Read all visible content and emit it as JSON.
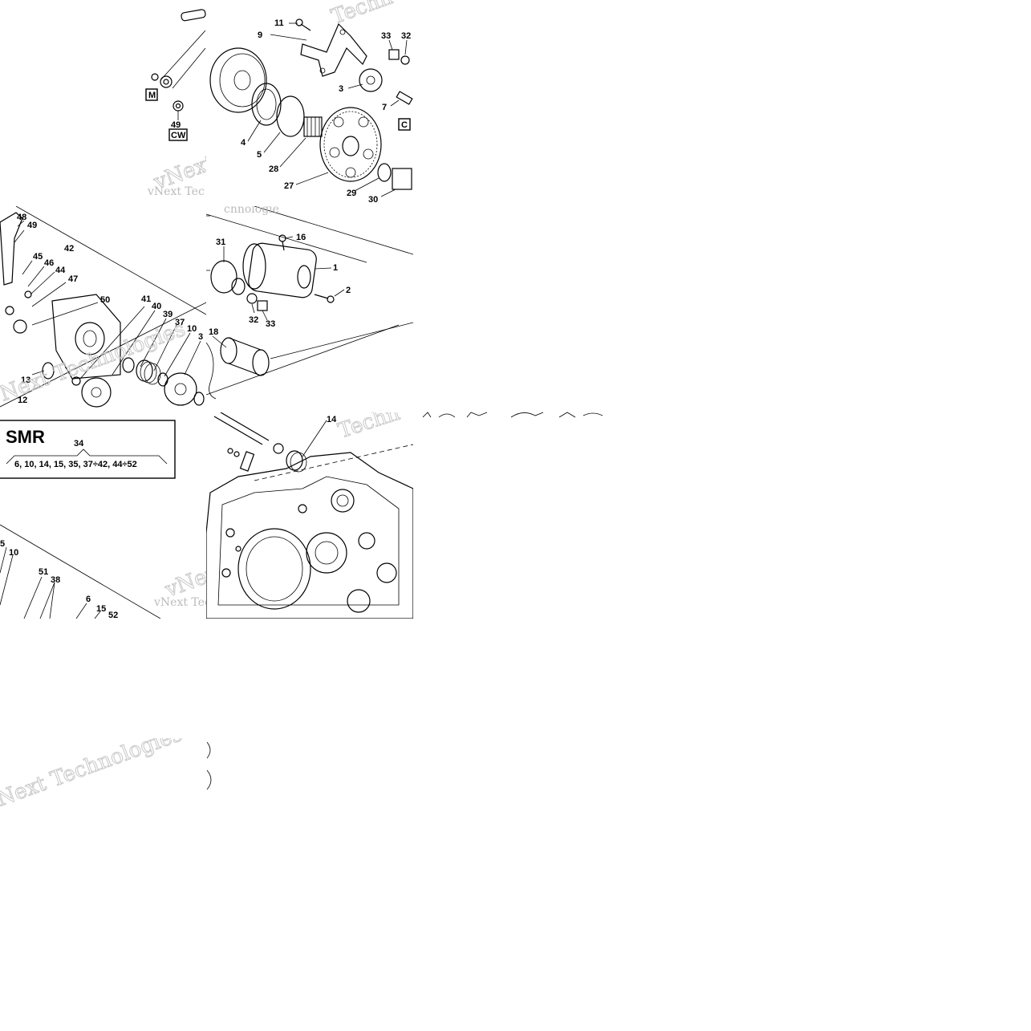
{
  "watermark": {
    "line1": "vNext Technologies",
    "fragment_tech": "Techn",
    "fragment_tec": "vNext Tec",
    "fragment_techno": "chnologie"
  },
  "tile_a": {
    "boxed_labels": [
      "M",
      "CW"
    ],
    "callouts": [
      "49"
    ]
  },
  "tile_b": {
    "callouts": [
      "11",
      "9",
      "33",
      "32",
      "3",
      "7",
      "4",
      "5",
      "28",
      "27",
      "29",
      "30"
    ],
    "boxed_labels": [
      "C"
    ]
  },
  "tile_c": {
    "callouts": [
      "48",
      "49",
      "42",
      "45",
      "46",
      "44",
      "47",
      "50",
      "41",
      "40",
      "39",
      "37",
      "10",
      "3",
      "13",
      "12"
    ]
  },
  "tile_d": {
    "callouts": [
      "16",
      "31",
      "1",
      "2",
      "32",
      "33",
      "18"
    ]
  },
  "tile_e": {
    "title": "SMR",
    "kit_number": "34",
    "kit_list": "6, 10, 14, 15, 35, 37÷42, 44÷52",
    "callouts": [
      "5",
      "10",
      "51",
      "38",
      "6",
      "15",
      "52"
    ]
  },
  "tile_f": {
    "callouts": [
      "14"
    ]
  }
}
